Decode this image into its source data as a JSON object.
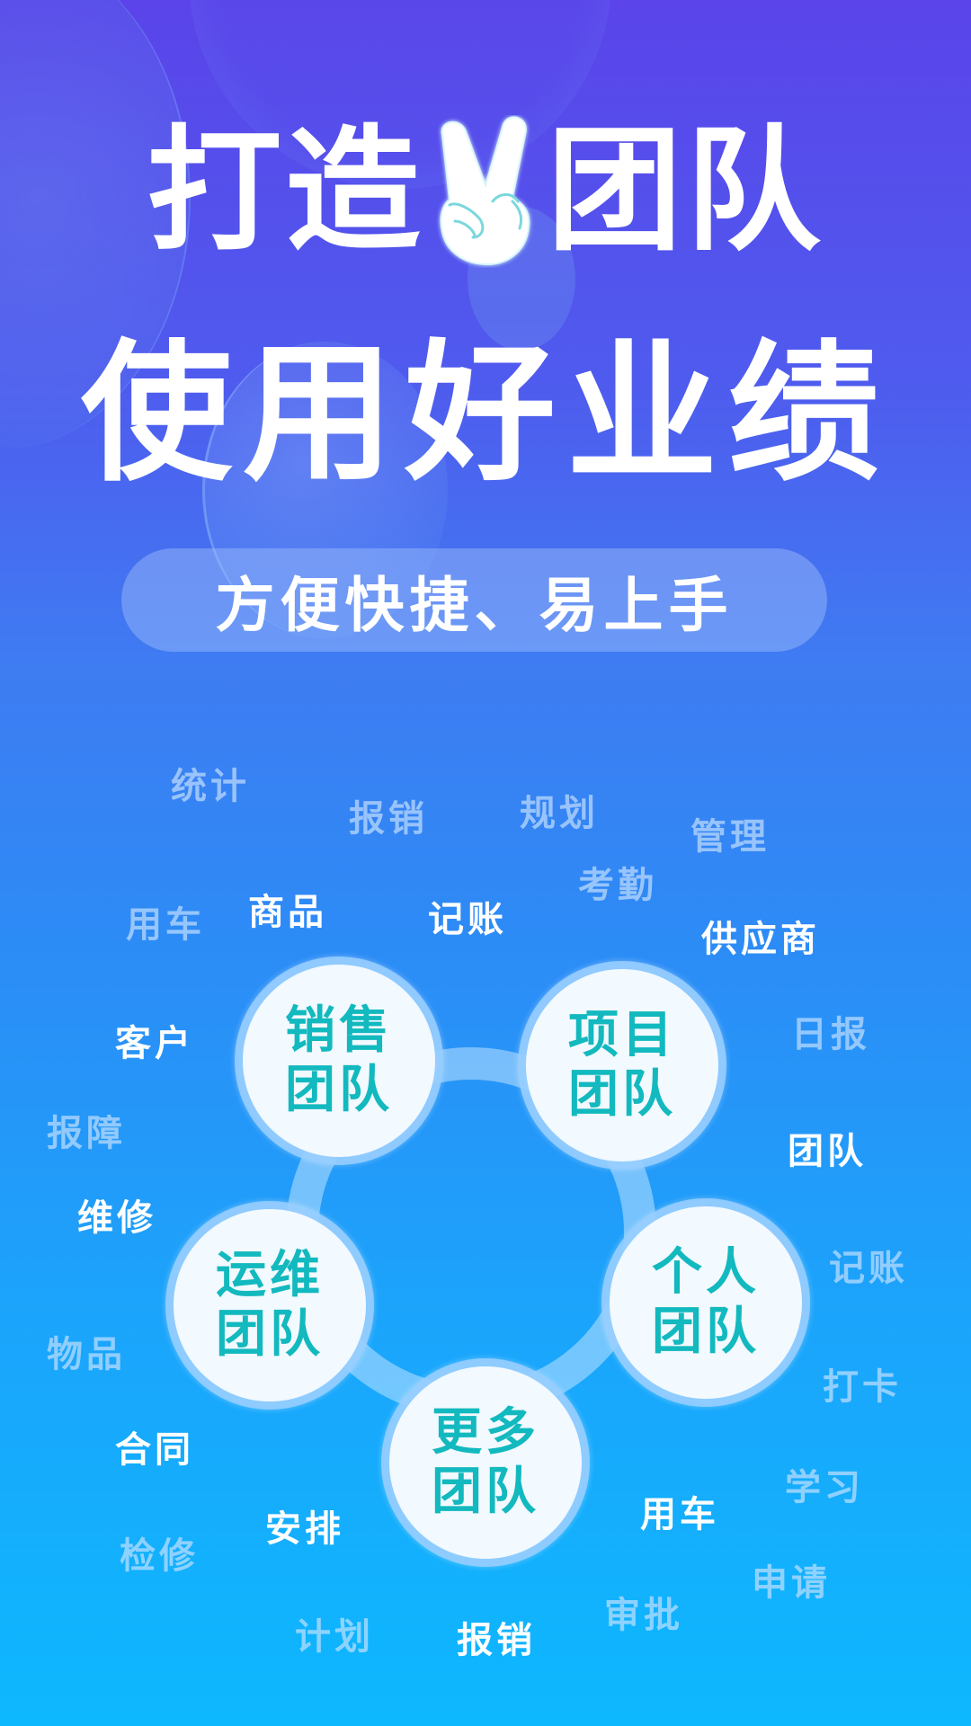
{
  "hero": {
    "line1_left": "打造",
    "line1_icon": "victory-hand-icon",
    "line1_right": "团队",
    "line2": "使用好业绩"
  },
  "tagline": "方便快捷、易上手",
  "colors": {
    "bg_top": "#5A44EA",
    "bg_mid": "#3F7BF2",
    "bg_bottom": "#0DB8FE",
    "node_text": "#12B9BE",
    "node_fill": "#F2F9FF",
    "node_border": "#96CDFF"
  },
  "teams": [
    {
      "line1": "销售",
      "line2": "团队"
    },
    {
      "line1": "项目",
      "line2": "团队"
    },
    {
      "line1": "个人",
      "line2": "团队"
    },
    {
      "line1": "运维",
      "line2": "团队"
    },
    {
      "line1": "更多",
      "line2": "团队"
    }
  ],
  "keywords": [
    {
      "text": "统计",
      "style": "dim"
    },
    {
      "text": "报销",
      "style": "dim"
    },
    {
      "text": "规划",
      "style": "dim"
    },
    {
      "text": "管理",
      "style": "dim"
    },
    {
      "text": "考勤",
      "style": "dim"
    },
    {
      "text": "用车",
      "style": "dim"
    },
    {
      "text": "商品",
      "style": "bright"
    },
    {
      "text": "记账",
      "style": "bright"
    },
    {
      "text": "供应商",
      "style": "bright"
    },
    {
      "text": "客户",
      "style": "bright"
    },
    {
      "text": "日报",
      "style": "dim"
    },
    {
      "text": "报障",
      "style": "dim"
    },
    {
      "text": "团队",
      "style": "bright"
    },
    {
      "text": "维修",
      "style": "bright"
    },
    {
      "text": "记账",
      "style": "dim"
    },
    {
      "text": "物品",
      "style": "dim"
    },
    {
      "text": "打卡",
      "style": "dim"
    },
    {
      "text": "合同",
      "style": "bright"
    },
    {
      "text": "学习",
      "style": "dim"
    },
    {
      "text": "用车",
      "style": "bright"
    },
    {
      "text": "安排",
      "style": "bright"
    },
    {
      "text": "检修",
      "style": "dim"
    },
    {
      "text": "申请",
      "style": "dim"
    },
    {
      "text": "审批",
      "style": "dim"
    },
    {
      "text": "计划",
      "style": "dim"
    },
    {
      "text": "报销",
      "style": "bright"
    }
  ]
}
